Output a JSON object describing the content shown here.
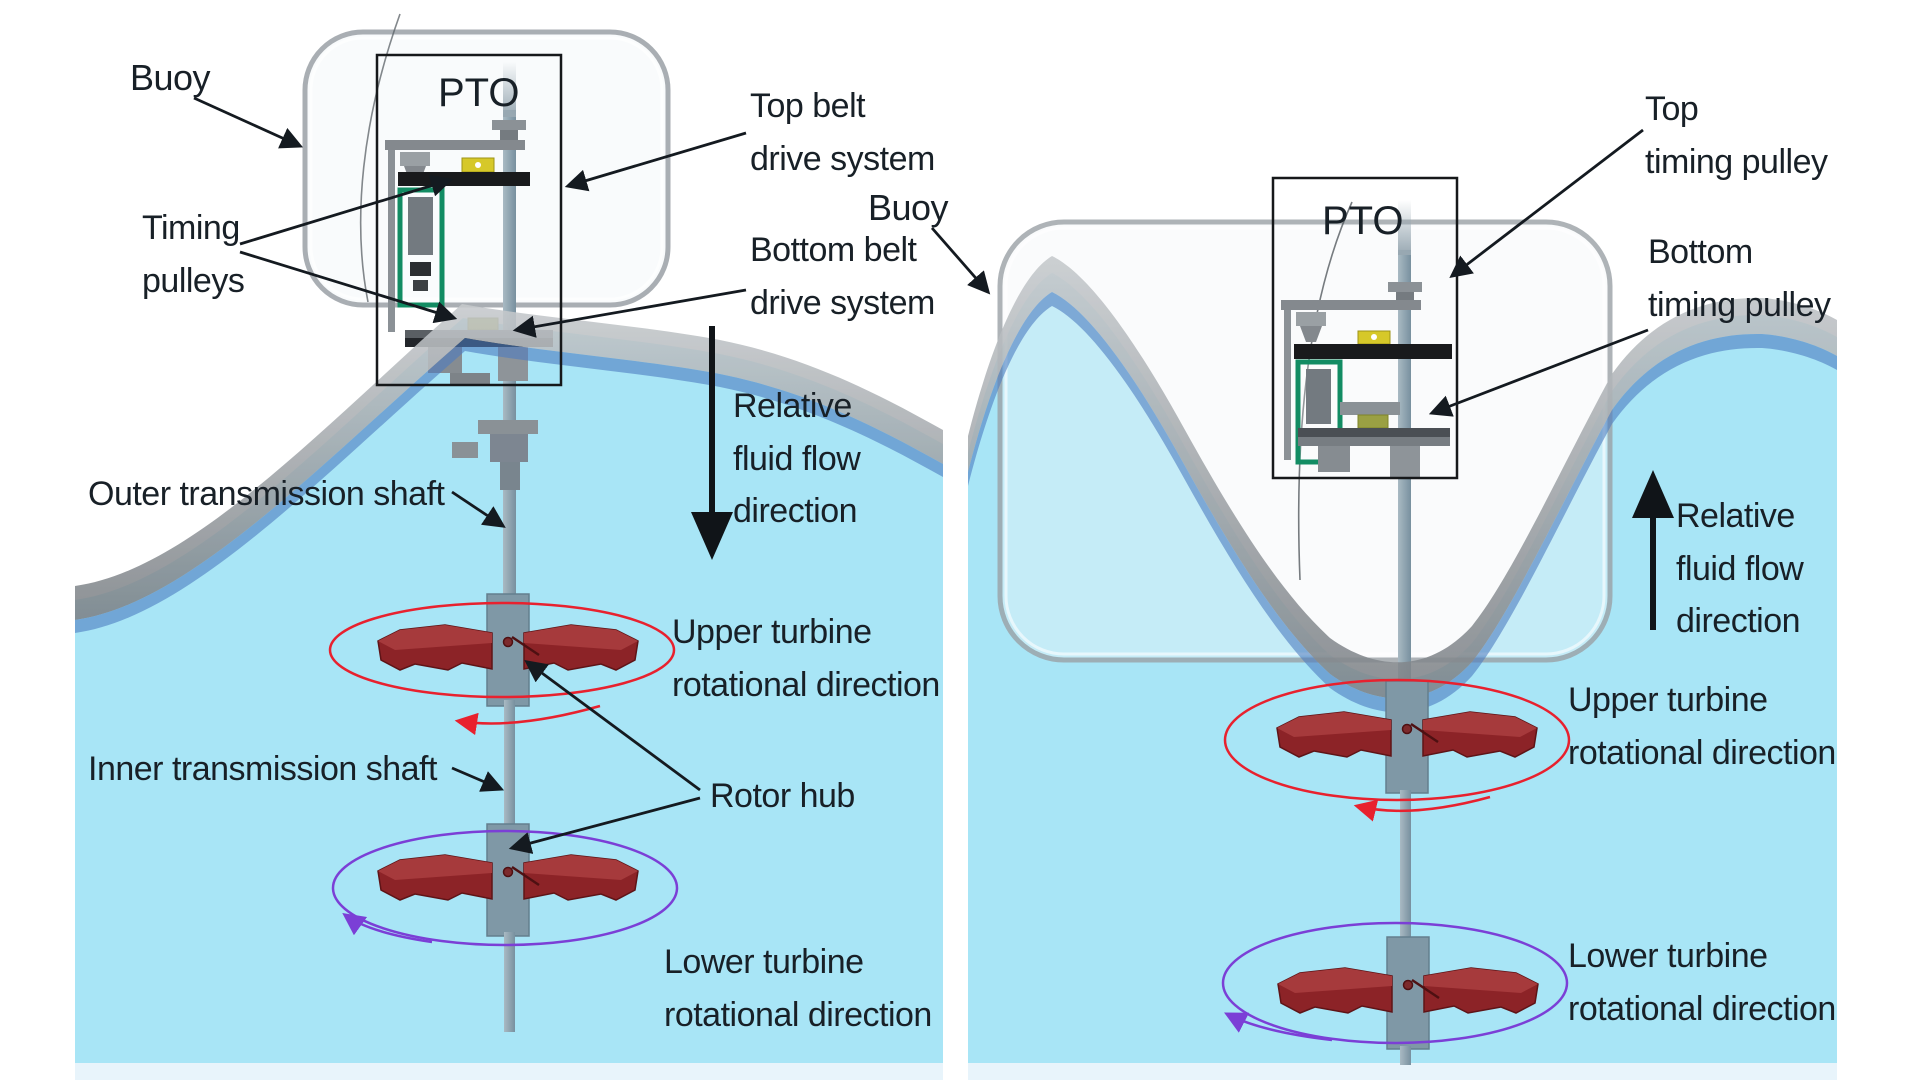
{
  "figure": {
    "type": "technical-diagram",
    "subject": "Two-stage wave energy converter buoy with counter-rotating turbines, shown in downward and upward relative fluid flow states"
  },
  "colors": {
    "water": "#a8e5f6",
    "water_bottom_strip": "#e8f4fb",
    "wave_gray": "#888d92",
    "wave_blue": "#4d7cc0",
    "rotation_red": "#e8212e",
    "rotation_purple": "#7b3fd6",
    "turbine_red": "#8c2327",
    "turbine_red_light": "#a63a3c",
    "pulley_yellow": "#d6c829",
    "frame_green": "#128c63",
    "shaft_gray": "#8aa0ae",
    "text": "#182027"
  },
  "left_panel": {
    "labels": {
      "buoy": "Buoy",
      "pto": "PTO",
      "top_belt": "Top belt\ndrive system",
      "timing_pulleys": "Timing\npulleys",
      "bottom_belt": "Bottom belt\ndrive system",
      "outer_shaft": "Outer transmission shaft",
      "flow": "Relative\nfluid flow\ndirection",
      "upper_turbine": "Upper turbine\nrotational direction",
      "inner_shaft": "Inner transmission shaft",
      "rotor_hub": "Rotor hub",
      "lower_turbine": "Lower turbine\nrotational direction"
    },
    "flow_direction": "down"
  },
  "right_panel": {
    "labels": {
      "buoy": "Buoy",
      "pto": "PTO",
      "top_pulley": "Top\ntiming pulley",
      "bottom_pulley": "Bottom\ntiming pulley",
      "flow": "Relative\nfluid flow\ndirection",
      "upper_turbine": "Upper turbine\nrotational direction",
      "lower_turbine": "Lower turbine\nrotational direction"
    },
    "flow_direction": "up"
  }
}
